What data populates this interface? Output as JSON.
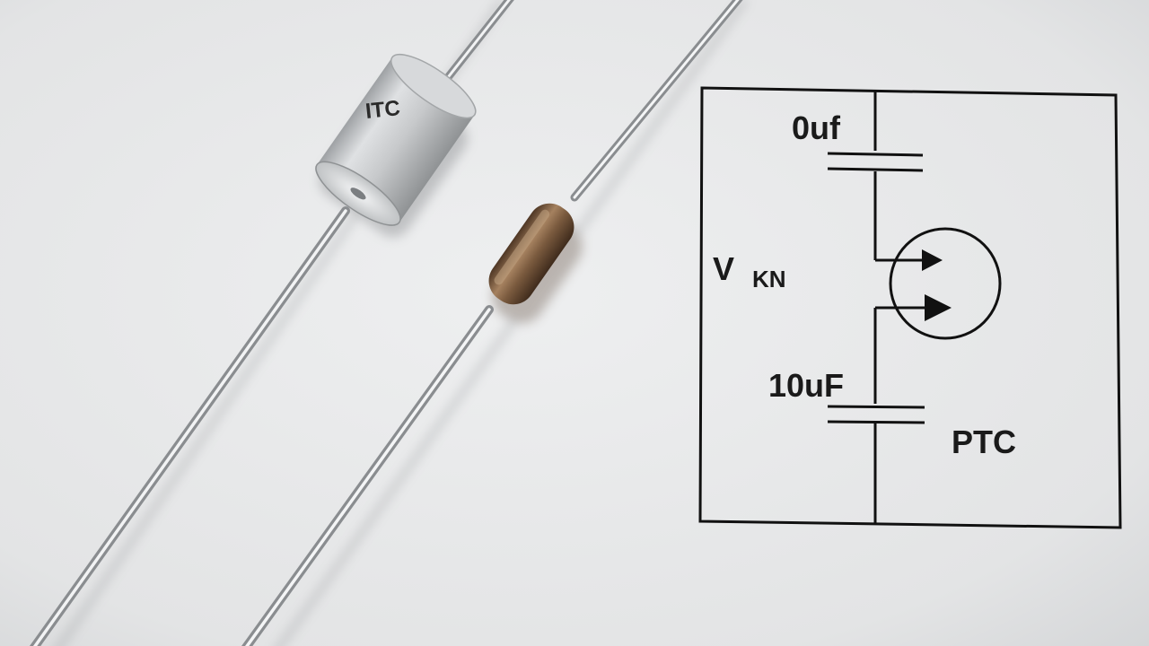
{
  "photo": {
    "background_color": "#e6e7e8",
    "components": {
      "cylindrical_part": {
        "body_marking": "IТC",
        "body_color": "#c4c6c8"
      },
      "resistor_part": {
        "body_color": "#7a5a3e"
      }
    }
  },
  "schematic": {
    "line_color": "#111111",
    "labels": {
      "top_capacitor": "0uf",
      "voltage_main": "V",
      "voltage_subscript": "KN",
      "bottom_capacitor": "10uF",
      "ptc": "PTC"
    }
  }
}
